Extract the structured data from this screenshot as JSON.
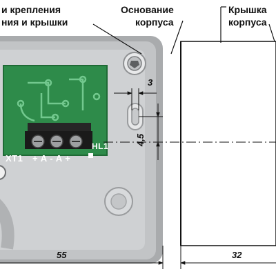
{
  "labels": {
    "mount_line1": "и крепления",
    "mount_line2": "ния и крышки",
    "base_line1": "Основание",
    "base_line2": "корпуса",
    "cover_line1": "Крышка",
    "cover_line2": "корпуса"
  },
  "dimensions": {
    "width_base": "55",
    "width_cover": "32",
    "hole_width": "3",
    "hole_offset": "4,5"
  },
  "board": {
    "connector": "XT1",
    "terminals": "+ A  -  A +",
    "led": "HL1"
  },
  "colors": {
    "housing": "#b7b9bb",
    "pcb": "#2f8a4a",
    "terminal_block": "#2a2a2a",
    "line": "#111111"
  }
}
